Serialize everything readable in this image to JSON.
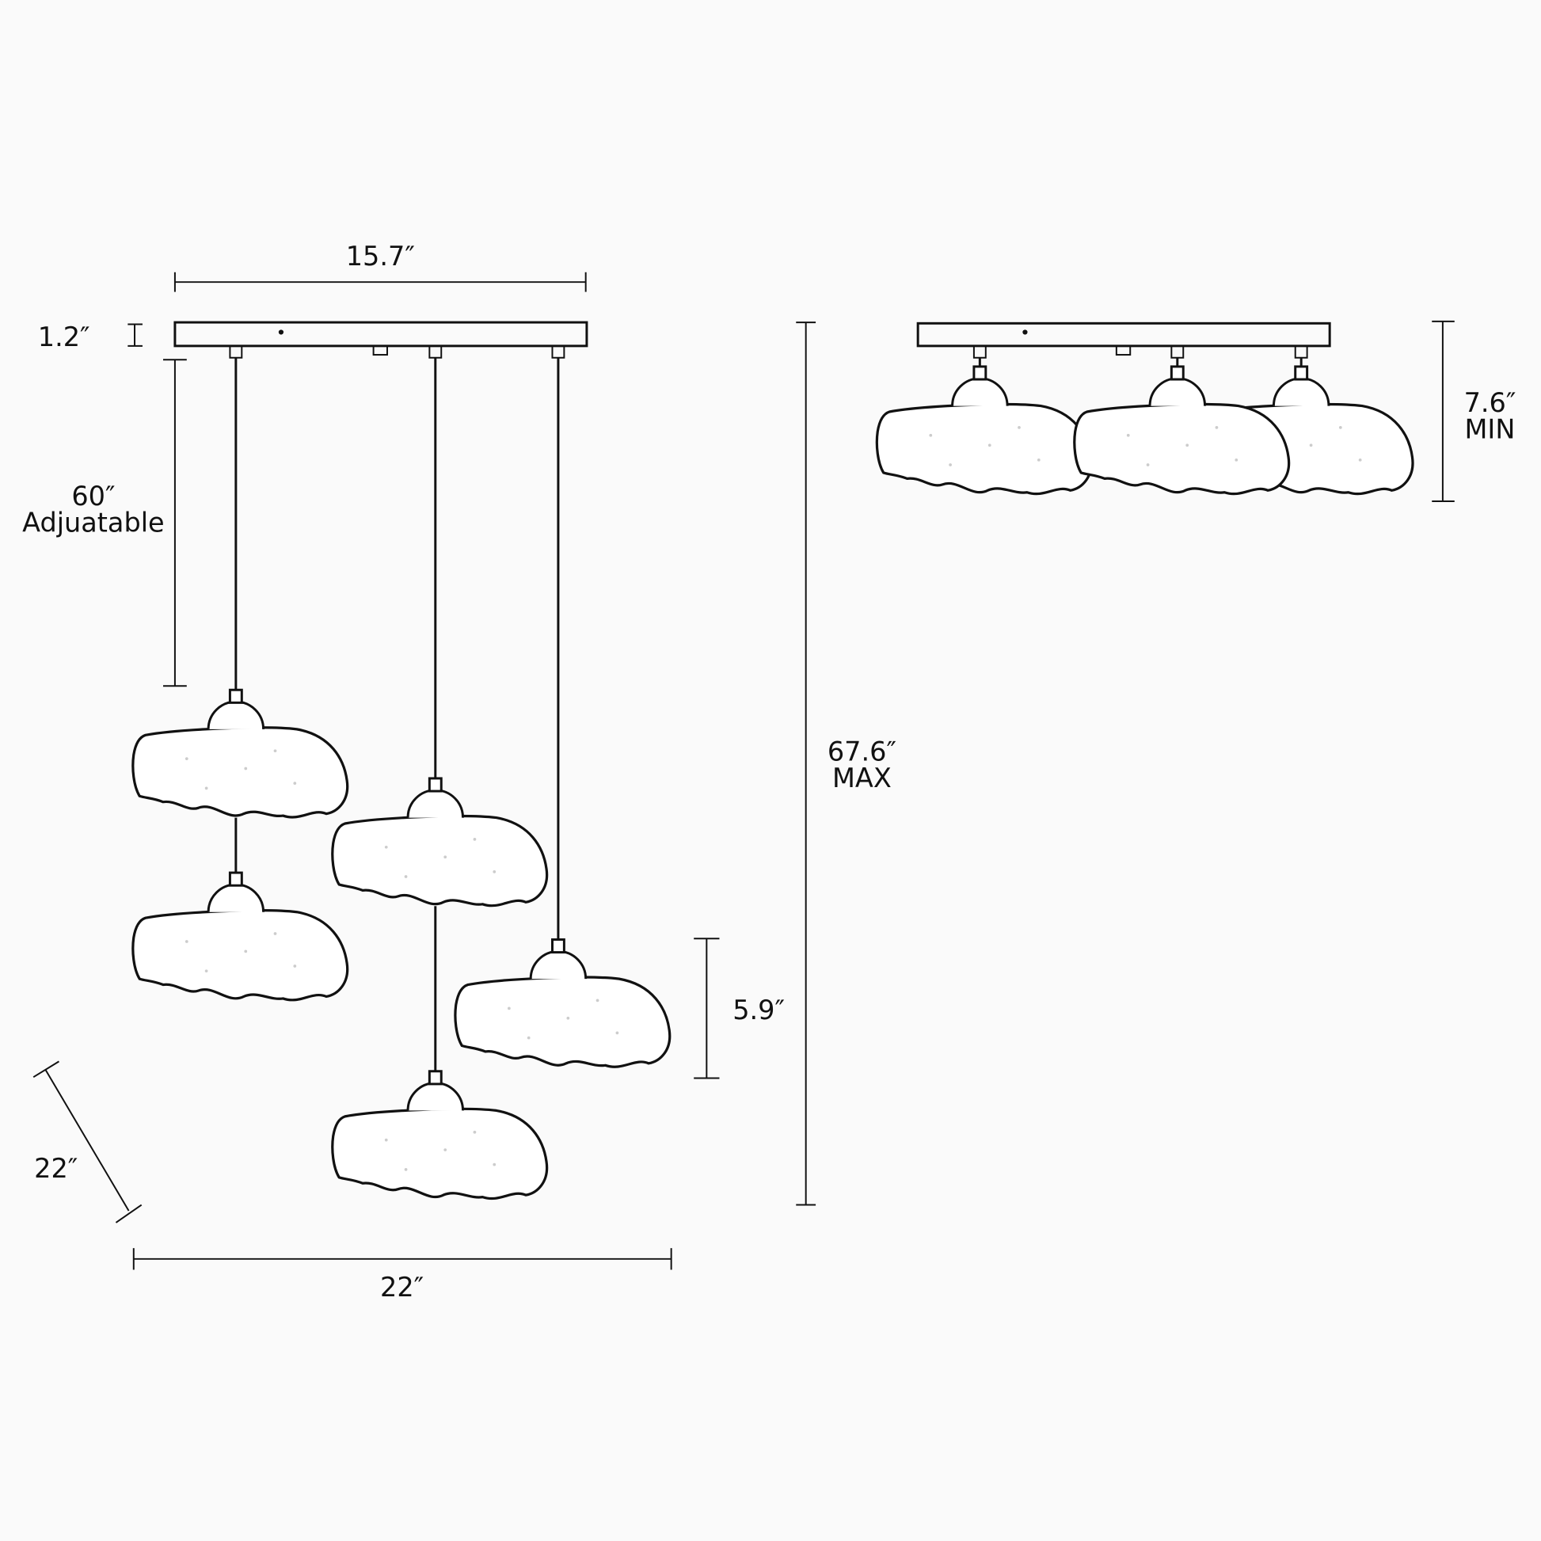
{
  "dimensions": {
    "canopy_width": "15.7″",
    "canopy_height": "1.2″",
    "cord_length": "60″",
    "cord_note": "Adjuatable",
    "max_height": "67.6″",
    "max_label": "MAX",
    "shade_height": "5.9″",
    "depth": "22″",
    "overall_width": "22″",
    "min_height": "7.6″",
    "min_label": "MIN"
  },
  "colors": {
    "line": "#111111",
    "background": "#fafafa"
  }
}
